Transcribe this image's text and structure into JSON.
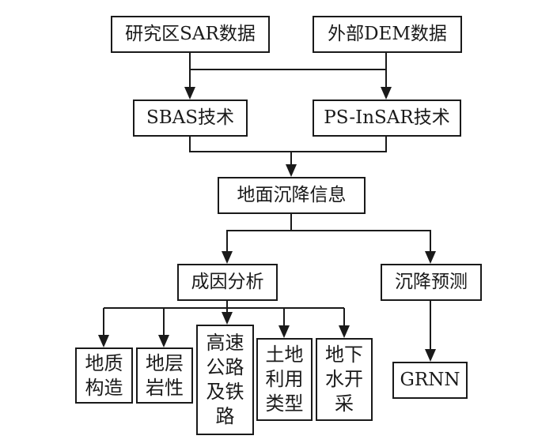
{
  "diagram": {
    "type": "flowchart",
    "nodes": {
      "sar_data": "研究区SAR数据",
      "dem_data": "外部DEM数据",
      "sbas": "SBAS技术",
      "psinsar": "PS-InSAR技术",
      "subsidence_info": "地面沉降信息",
      "cause_analysis": "成因分析",
      "subsidence_prediction": "沉降预测",
      "geologic_structure": [
        "地质",
        "构造"
      ],
      "strata_lithology": [
        "地层",
        "岩性"
      ],
      "highway_railway": [
        "高速",
        "公路",
        "及铁",
        "路"
      ],
      "land_use_type": [
        "土地",
        "利用",
        "类型"
      ],
      "groundwater_extraction": [
        "地下",
        "水开",
        "采"
      ],
      "grnn": "GRNN"
    },
    "edges": [
      [
        "sar_data",
        "sbas"
      ],
      [
        "sar_data",
        "psinsar"
      ],
      [
        "dem_data",
        "sbas"
      ],
      [
        "dem_data",
        "psinsar"
      ],
      [
        "sbas",
        "subsidence_info"
      ],
      [
        "psinsar",
        "subsidence_info"
      ],
      [
        "subsidence_info",
        "cause_analysis"
      ],
      [
        "subsidence_info",
        "subsidence_prediction"
      ],
      [
        "cause_analysis",
        "geologic_structure"
      ],
      [
        "cause_analysis",
        "strata_lithology"
      ],
      [
        "cause_analysis",
        "highway_railway"
      ],
      [
        "cause_analysis",
        "land_use_type"
      ],
      [
        "cause_analysis",
        "groundwater_extraction"
      ],
      [
        "subsidence_prediction",
        "grnn"
      ]
    ]
  }
}
